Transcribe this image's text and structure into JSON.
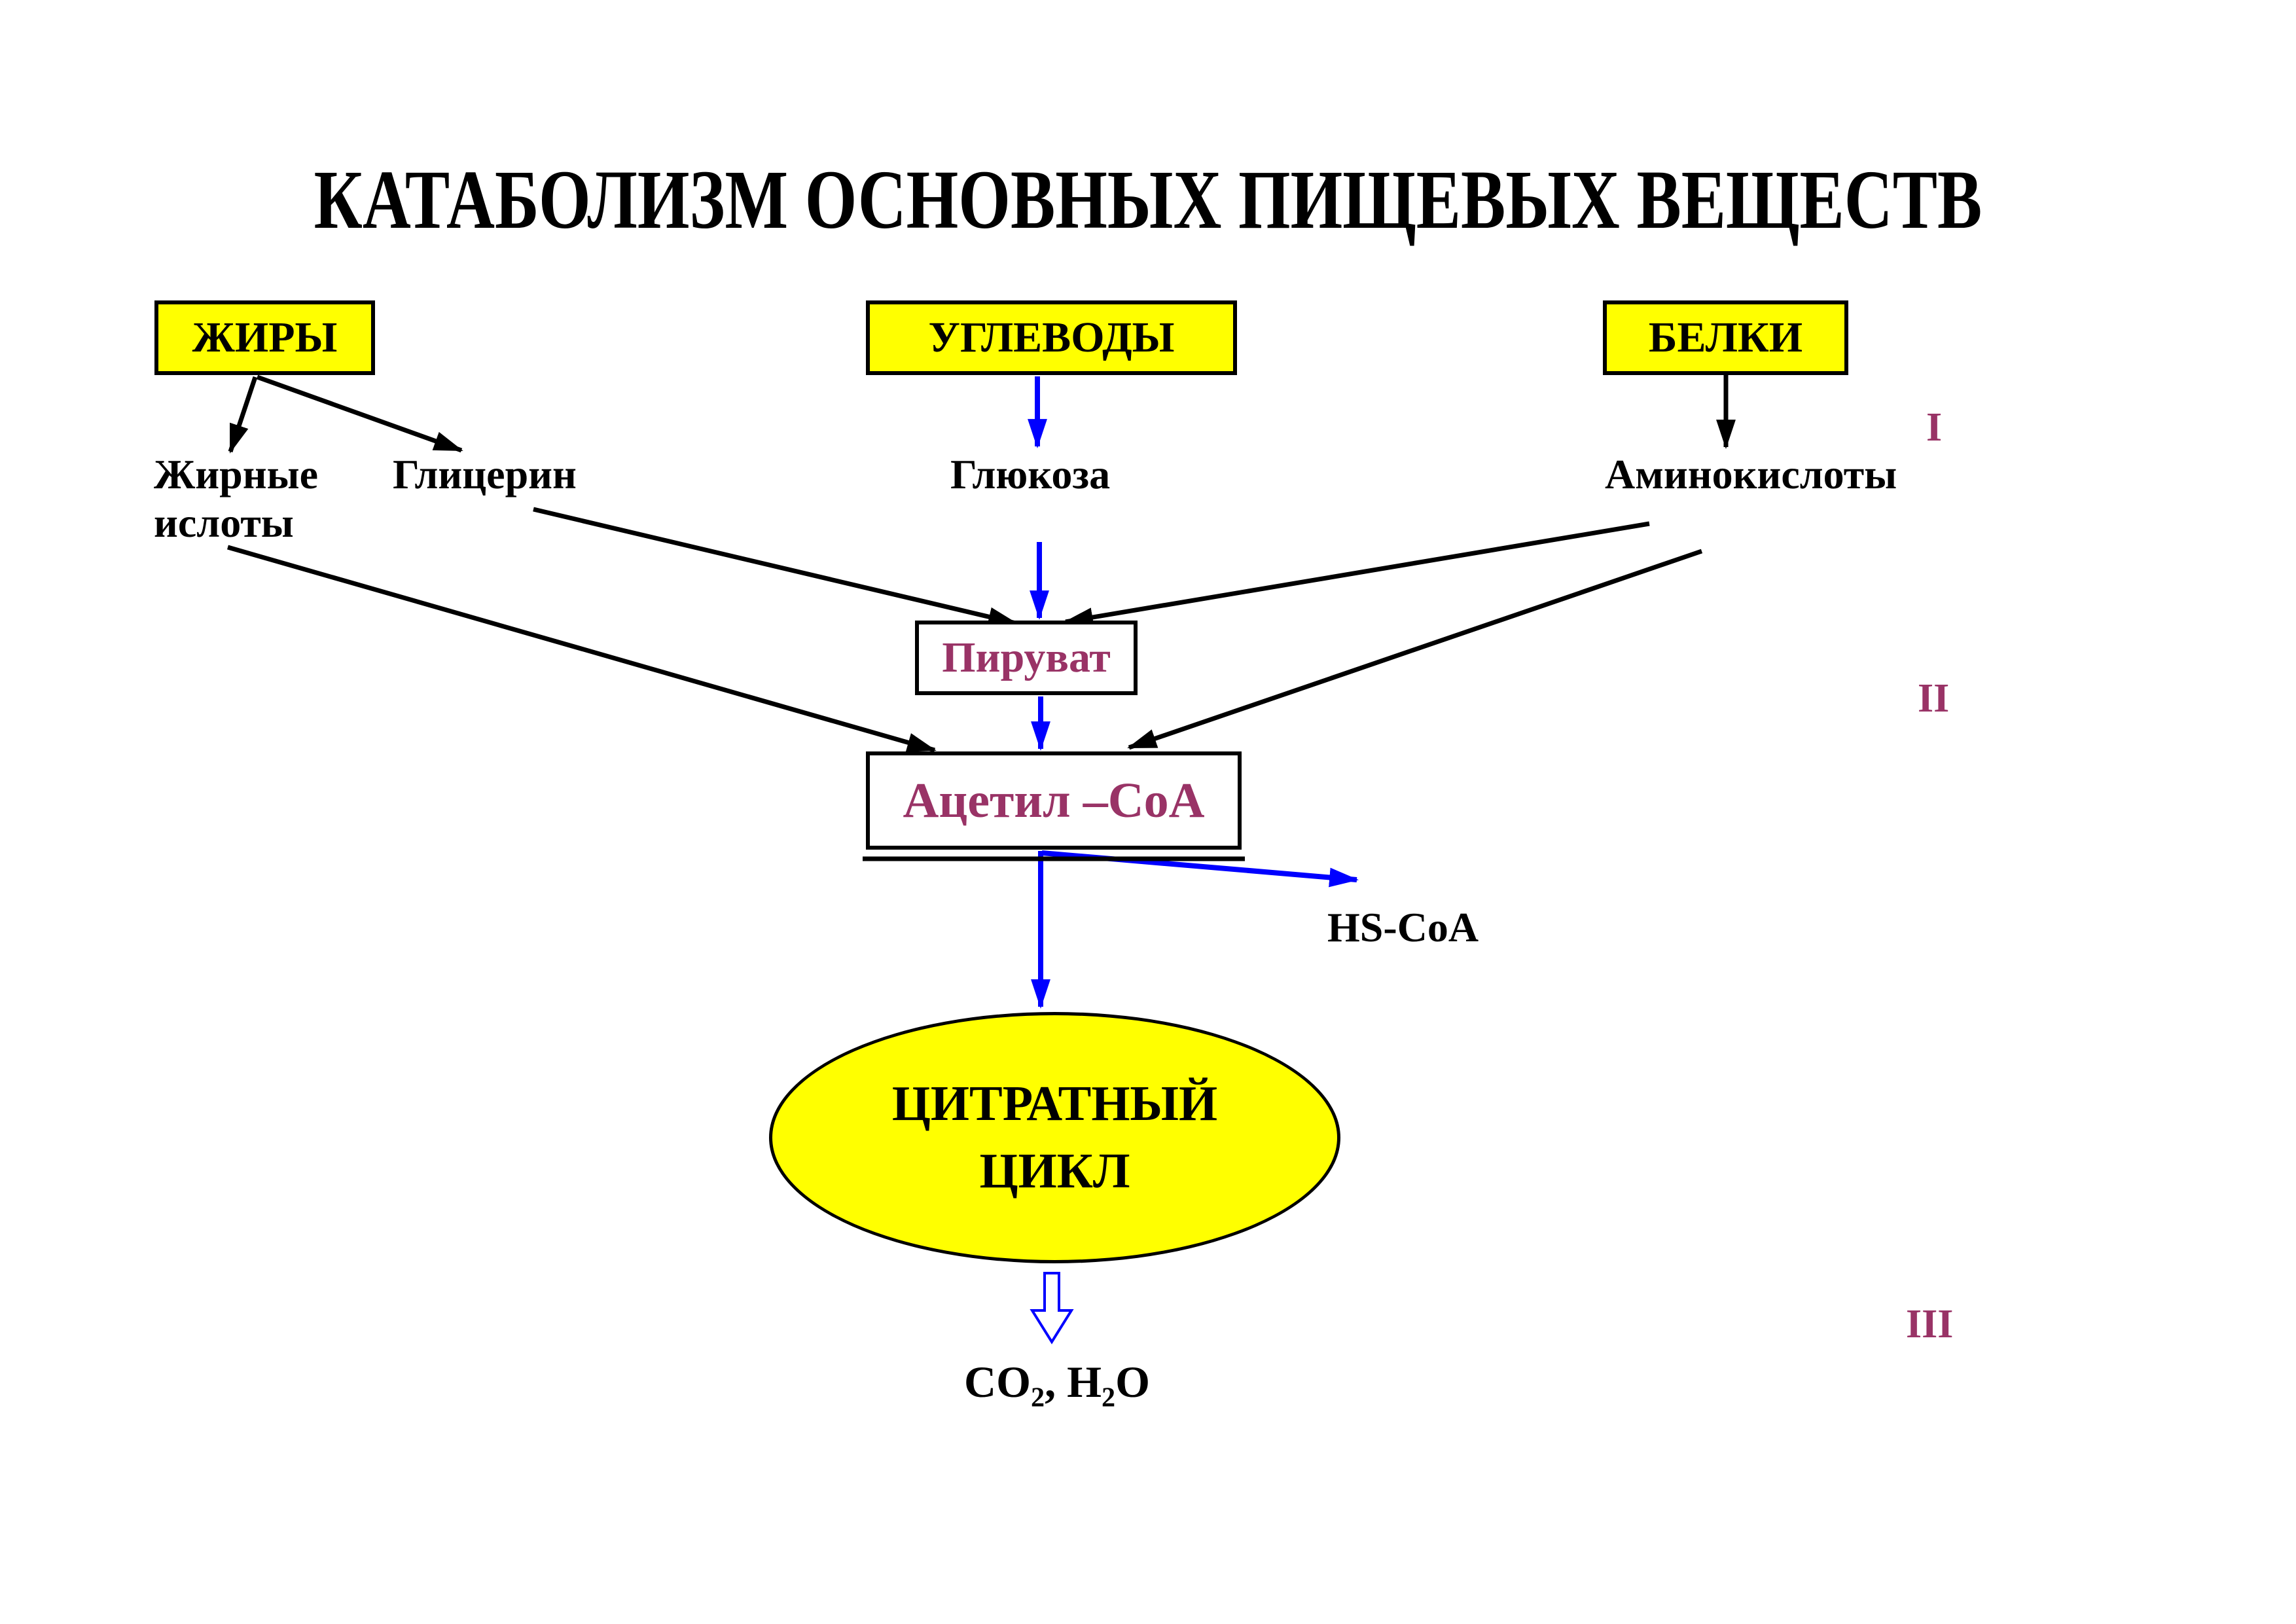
{
  "title": "КАТАБОЛИЗМ ОСНОВНЫХ ПИЩЕВЫХ ВЕЩЕСТВ",
  "colors": {
    "background": "#FFFFFF",
    "text": "#000000",
    "highlight": "#FFFF00",
    "accent_text": "#993366",
    "arrow_blue": "#0000FF"
  },
  "nutrients": {
    "fats": {
      "label": "ЖИРЫ"
    },
    "carbohydrates": {
      "label": "УГЛЕВОДЫ"
    },
    "proteins": {
      "label": "БЕЛКИ"
    }
  },
  "monomers": {
    "fatty_acids": {
      "line1": "Жирные",
      "line2": "ислоты"
    },
    "glycerol": {
      "label": "Глицерин"
    },
    "glucose": {
      "label": "Глюкоза"
    },
    "amino_acids": {
      "label": "Аминокислоты"
    }
  },
  "intermediates": {
    "pyruvate": {
      "label": "Пируват"
    },
    "acetyl_coa": {
      "label": "Ацетил –СоА"
    }
  },
  "coenzyme": {
    "label": "HS-CoA"
  },
  "citrate_cycle": {
    "line1": "ЦИТРАТНЫЙ",
    "line2": "ЦИКЛ"
  },
  "end_products": {
    "c": "CO",
    "c_sub": "2",
    "sep": ", ",
    "h": "H",
    "h_sub": "2",
    "o": "O"
  },
  "stage_labels": {
    "stage1": "I",
    "stage2": "II",
    "stage3": "III"
  }
}
